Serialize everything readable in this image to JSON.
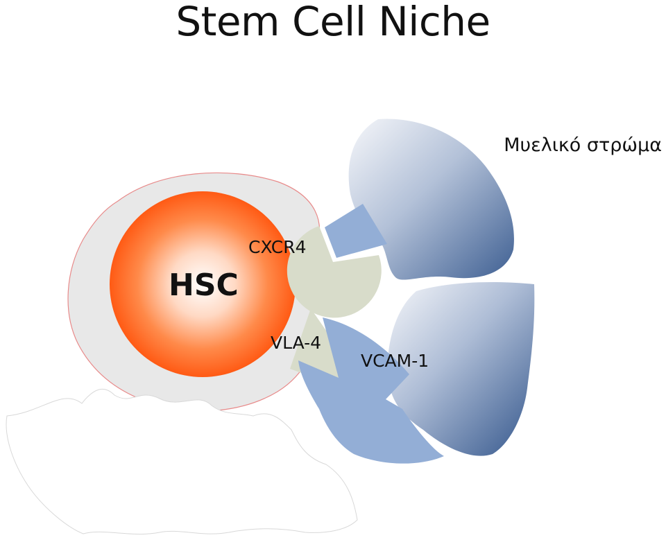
{
  "title": "Stem Cell Niche",
  "labels": {
    "stroma": "Μυελικό στρώμα",
    "hsc": "HSC",
    "cxcr4": "CXCR4",
    "vla4": "VLA-4",
    "vcam1": "VCAM-1"
  },
  "colors": {
    "hsc_core": "#ffffff",
    "hsc_edge": "#ff5a14",
    "niche_fill": "#e8e8e8",
    "niche_border": "#e88a8a",
    "receptor_fill": "#d8dcca",
    "ligand_fill": "#93aed6",
    "stroma_light": "#f2f4f8",
    "stroma_dark": "#3e5f92"
  }
}
